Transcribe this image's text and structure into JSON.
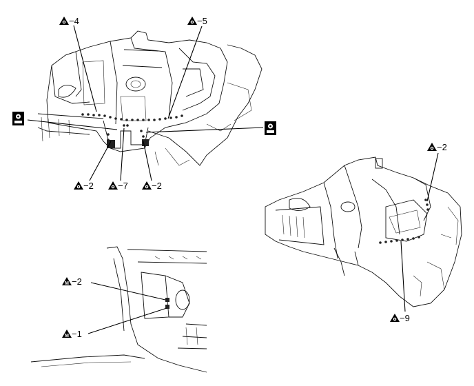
{
  "callouts": {
    "top_left": "−4",
    "top_right": "−5",
    "bottom_a": "−2",
    "bottom_b": "−7",
    "bottom_c": "−2",
    "right_top": "−2",
    "right_bottom": "−9",
    "m_upper": "−2",
    "m_lower": "−1"
  },
  "symbols": {
    "triangle_spot_weld": "spot-weld-triangle-icon",
    "m_weld": "m-weld-triangle-icon",
    "sealer": "sealer-box-icon"
  }
}
